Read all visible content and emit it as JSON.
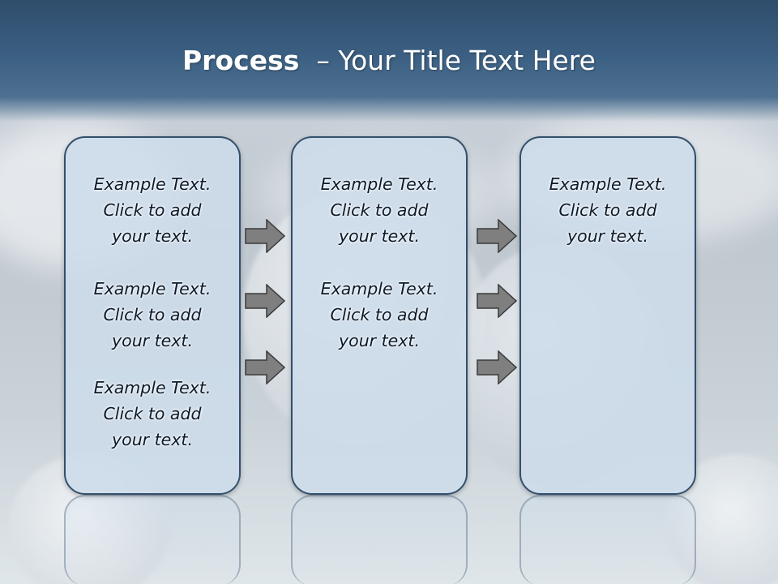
{
  "title": {
    "bold": "Process",
    "rest": "– Your Title Text Here"
  },
  "panels": [
    {
      "blocks": [
        [
          "Example Text.",
          "Click  to add",
          "your text."
        ],
        [
          "Example Text.",
          "Click  to add",
          "your text."
        ],
        [
          "Example Text.",
          "Click  to add",
          "your text."
        ]
      ]
    },
    {
      "blocks": [
        [
          "Example Text.",
          "Click  to add",
          "your text."
        ],
        [
          "Example Text.",
          "Click  to add",
          "your text."
        ]
      ]
    },
    {
      "blocks": [
        [
          "Example Text.",
          "Click  to add",
          "your text."
        ]
      ]
    }
  ],
  "colors": {
    "header": "#3b5f82",
    "panel_border": "#334f6b",
    "panel_fill": "#cddceb",
    "arrow": "#7f7f7f"
  }
}
